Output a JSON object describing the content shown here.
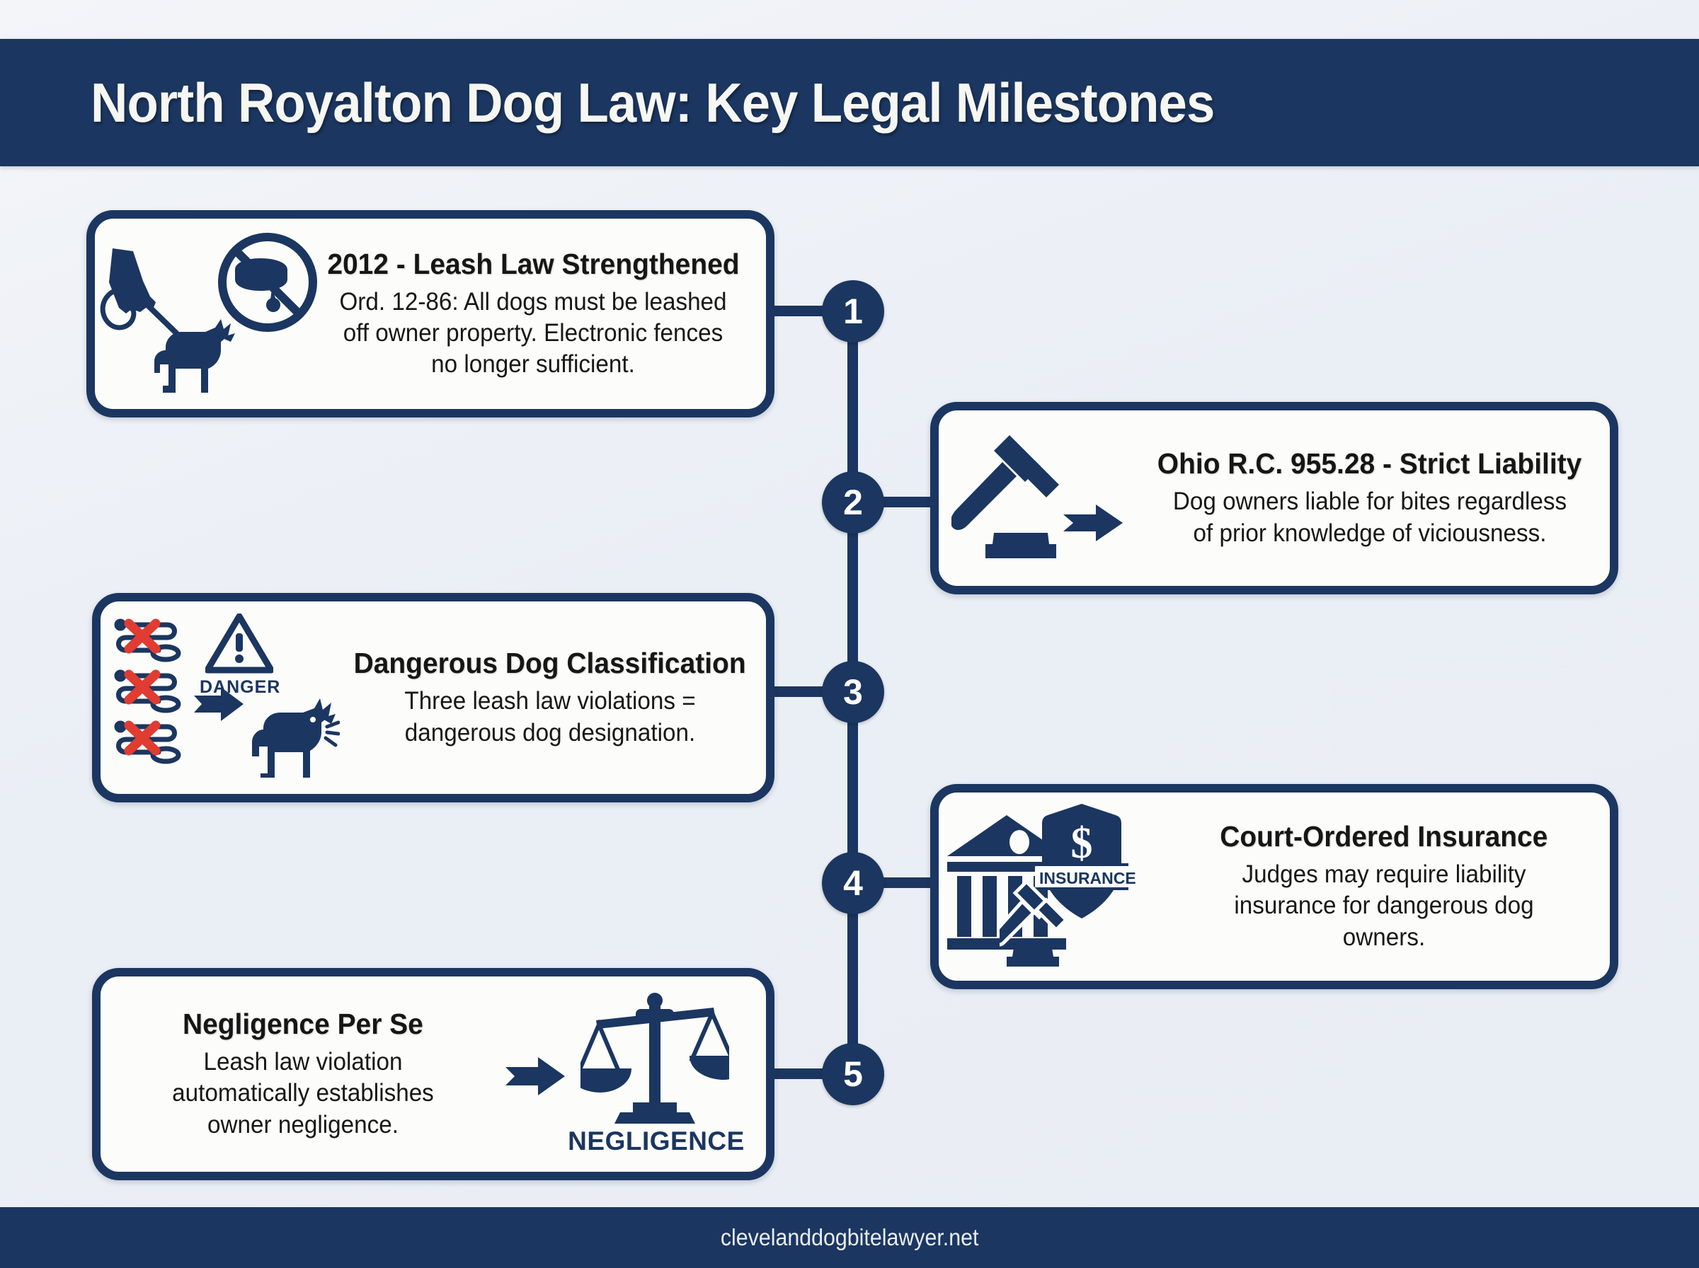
{
  "header": {
    "title": "North Royalton Dog Law: Key Legal Milestones",
    "background_color": "#1b3660",
    "text_color": "#f6f6f2"
  },
  "footer": {
    "site": "clevelanddogbitelawyer.net",
    "background_color": "#1b3660"
  },
  "theme": {
    "navy": "#1b3660",
    "page_background": "#eef1f6",
    "card_background": "#fcfcfa",
    "accent_red": "#e03c31",
    "title_text": "#161616"
  },
  "timeline": {
    "steps": [
      {
        "number": "1",
        "side": "left",
        "title": "2012 - Leash Law Strengthened",
        "description": "Ord. 12-86: All dogs must be leashed off owner property. Electronic fences no longer sufficient.",
        "icons": [
          "dog-on-leash-icon",
          "no-collar-prohibition-icon"
        ]
      },
      {
        "number": "2",
        "side": "right",
        "title": "Ohio R.C. 955.28 - Strict Liability",
        "description": "Dog owners liable for bites regardless of prior knowledge of viciousness.",
        "icons": [
          "gavel-icon",
          "arrow-right-icon"
        ]
      },
      {
        "number": "3",
        "side": "left",
        "title": "Dangerous Dog Classification",
        "description": "Three leash law violations = dangerous dog designation.",
        "icons": [
          "three-crossed-leashes-icon",
          "danger-triangle-icon",
          "arrow-right-icon",
          "barking-dog-icon"
        ],
        "icon_label": "DANGER"
      },
      {
        "number": "4",
        "side": "right",
        "title": "Court-Ordered Insurance",
        "description": "Judges may require liability insurance for dangerous dog owners.",
        "icons": [
          "courthouse-icon",
          "insurance-shield-icon",
          "gavel-icon"
        ],
        "icon_label": "INSURANCE",
        "shield_symbol": "$"
      },
      {
        "number": "5",
        "side": "left-reversed",
        "title": "Negligence Per Se",
        "description": "Leash law violation automatically establishes owner negligence.",
        "icons": [
          "arrow-right-icon",
          "scales-of-justice-icon"
        ],
        "icon_label": "NEGLIGENCE"
      }
    ]
  }
}
